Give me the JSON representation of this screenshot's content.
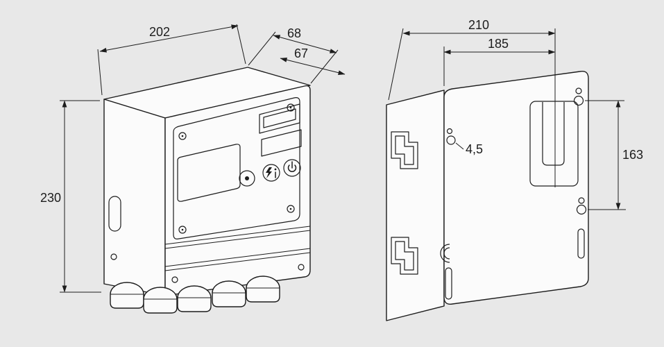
{
  "drawing": {
    "background_color": "#e8e8e8",
    "line_color": "#1c1c1c",
    "front_view": {
      "dim_width": "202",
      "dim_depth_total": "68",
      "dim_depth_housing": "67",
      "dim_height": "230"
    },
    "rear_view": {
      "dim_width_overall": "210",
      "dim_mounting_width": "185",
      "dim_hole_diameter": "4,5",
      "dim_mounting_height": "163"
    }
  }
}
